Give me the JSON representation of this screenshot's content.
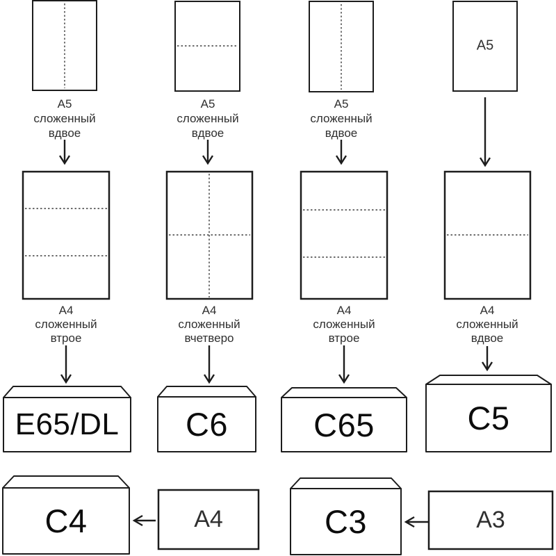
{
  "palette": {
    "stroke": "#1c1c1c",
    "label_text": "#2f2f2f",
    "envelope_fill": "#ffffff",
    "c5_fill": "#f79d9b"
  },
  "columns": [
    {
      "top_sheet": {
        "fold": "vertical-half",
        "fold_label": [
          "А5",
          "сложенный",
          "вдвое"
        ]
      },
      "middle_sheet": {
        "fold": "two-horizontal-thirds",
        "fold_label": [
          "А4",
          "сложенный",
          "втрое"
        ]
      },
      "envelope": {
        "label": "E65/DL",
        "highlighted": false
      }
    },
    {
      "top_sheet": {
        "fold": "horizontal-half",
        "fold_label": [
          "А5",
          "сложенный",
          "вдвое"
        ]
      },
      "middle_sheet": {
        "fold": "cross-quarters",
        "fold_label": [
          "А4",
          "сложенный",
          "вчетверо"
        ]
      },
      "envelope": {
        "label": "C6",
        "highlighted": false
      }
    },
    {
      "top_sheet": {
        "fold": "vertical-half",
        "fold_label": [
          "А5",
          "сложенный",
          "вдвое"
        ]
      },
      "middle_sheet": {
        "fold": "two-horizontal-thirds",
        "fold_label": [
          "А4",
          "сложенный",
          "втрое"
        ]
      },
      "envelope": {
        "label": "C65",
        "highlighted": false
      }
    },
    {
      "top_sheet": {
        "fold": "none",
        "sheet_text": "А5"
      },
      "middle_sheet": {
        "fold": "horizontal-half",
        "fold_label": [
          "А4",
          "сложенный",
          "вдвое"
        ]
      },
      "envelope": {
        "label": "C5",
        "highlighted": true
      }
    }
  ],
  "bottom_pairs": [
    {
      "envelope_label": "C4",
      "sheet_label": "А4"
    },
    {
      "envelope_label": "C3",
      "sheet_label": "А3"
    }
  ]
}
